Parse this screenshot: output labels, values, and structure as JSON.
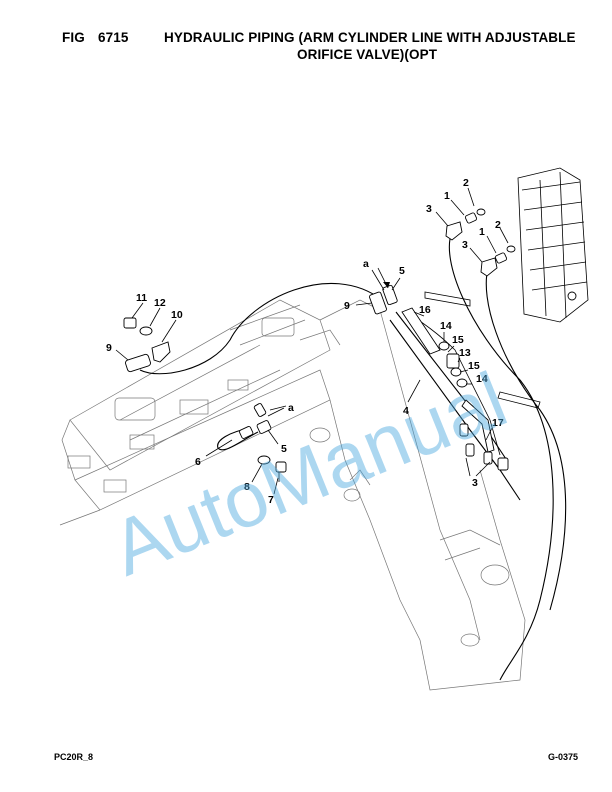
{
  "header": {
    "fig_label": "FIG",
    "fig_number": "6715",
    "title_line1": "HYDRAULIC PIPING (ARM CYLINDER LINE WITH ADJUSTABLE",
    "title_line2": "ORIFICE VALVE)(OPT"
  },
  "footer": {
    "model": "PC20R_8",
    "page_code": "G-0375"
  },
  "watermark": {
    "text": "AutoManual",
    "color": "#4aa8e0"
  },
  "callouts": [
    {
      "id": "c-2a",
      "label": "2"
    },
    {
      "id": "c-1a",
      "label": "1"
    },
    {
      "id": "c-3a",
      "label": "3"
    },
    {
      "id": "c-2b",
      "label": "2"
    },
    {
      "id": "c-1b",
      "label": "1"
    },
    {
      "id": "c-3b",
      "label": "3"
    },
    {
      "id": "c-a-top",
      "label": "a"
    },
    {
      "id": "c-5a",
      "label": "5"
    },
    {
      "id": "c-9a",
      "label": "9"
    },
    {
      "id": "c-16",
      "label": "16"
    },
    {
      "id": "c-14a",
      "label": "14"
    },
    {
      "id": "c-15a",
      "label": "15"
    },
    {
      "id": "c-13",
      "label": "13"
    },
    {
      "id": "c-15b",
      "label": "15"
    },
    {
      "id": "c-14b",
      "label": "14"
    },
    {
      "id": "c-4",
      "label": "4"
    },
    {
      "id": "c-17",
      "label": "17"
    },
    {
      "id": "c-3c",
      "label": "3"
    },
    {
      "id": "c-11",
      "label": "11"
    },
    {
      "id": "c-12",
      "label": "12"
    },
    {
      "id": "c-10",
      "label": "10"
    },
    {
      "id": "c-9b",
      "label": "9"
    },
    {
      "id": "c-a-mid",
      "label": "a"
    },
    {
      "id": "c-5b",
      "label": "5"
    },
    {
      "id": "c-6",
      "label": "6"
    },
    {
      "id": "c-8",
      "label": "8"
    },
    {
      "id": "c-7",
      "label": "7"
    }
  ]
}
